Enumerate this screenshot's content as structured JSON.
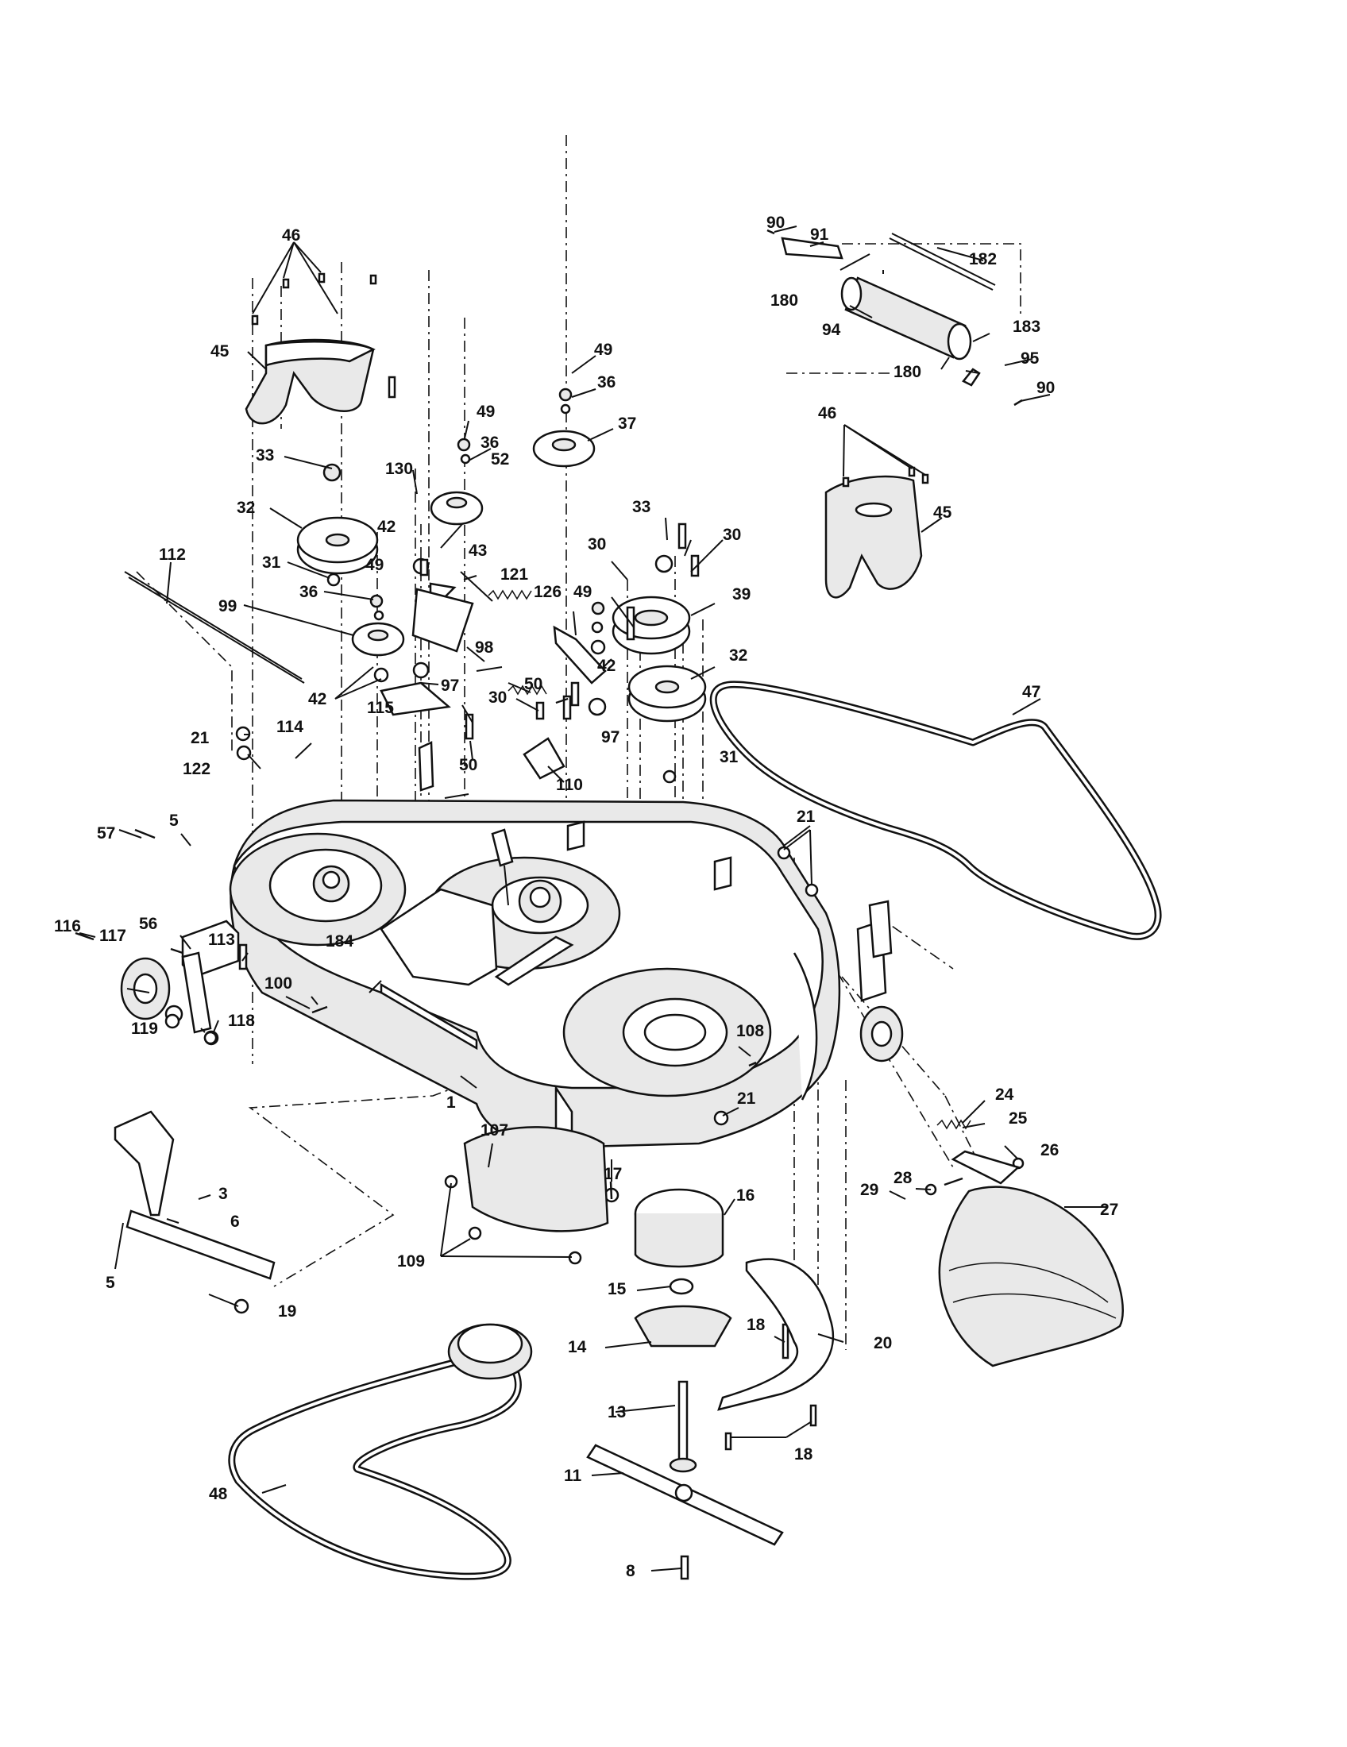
{
  "diagram": {
    "labels": {
      "l1": "1",
      "l3": "3",
      "l5a": "5",
      "l5b": "5",
      "l6": "6",
      "l8": "8",
      "l11": "11",
      "l13": "13",
      "l14": "14",
      "l15": "15",
      "l16": "16",
      "l17": "17",
      "l18a": "18",
      "l18b": "18",
      "l19": "19",
      "l20": "20",
      "l21a": "21",
      "l21b": "21",
      "l21c": "21",
      "l24": "24",
      "l25": "25",
      "l26": "26",
      "l27": "27",
      "l28": "28",
      "l29": "29",
      "l30a": "30",
      "l30b": "30",
      "l30c": "30",
      "l31a": "31",
      "l31b": "31",
      "l32a": "32",
      "l32b": "32",
      "l33a": "33",
      "l33b": "33",
      "l36a": "36",
      "l36b": "36",
      "l36c": "36",
      "l37": "37",
      "l39": "39",
      "l42a": "42",
      "l42b": "42",
      "l42c": "42",
      "l43": "43",
      "l45a": "45",
      "l45b": "45",
      "l46a": "46",
      "l46b": "46",
      "l47": "47",
      "l48": "48",
      "l49a": "49",
      "l49b": "49",
      "l49c": "49",
      "l49d": "49",
      "l50a": "50",
      "l50b": "50",
      "l52": "52",
      "l56": "56",
      "l57": "57",
      "l90a": "90",
      "l90b": "90",
      "l91": "91",
      "l94": "94",
      "l95": "95",
      "l97a": "97",
      "l97b": "97",
      "l98": "98",
      "l99": "99",
      "l100": "100",
      "l107": "107",
      "l108": "108",
      "l109": "109",
      "l110": "110",
      "l112": "112",
      "l113": "113",
      "l114": "114",
      "l115": "115",
      "l116": "116",
      "l117": "117",
      "l118": "118",
      "l119": "119",
      "l121": "121",
      "l122": "122",
      "l126": "126",
      "l130": "130",
      "l180a": "180",
      "l180b": "180",
      "l182": "182",
      "l183": "183",
      "l184": "184"
    }
  }
}
